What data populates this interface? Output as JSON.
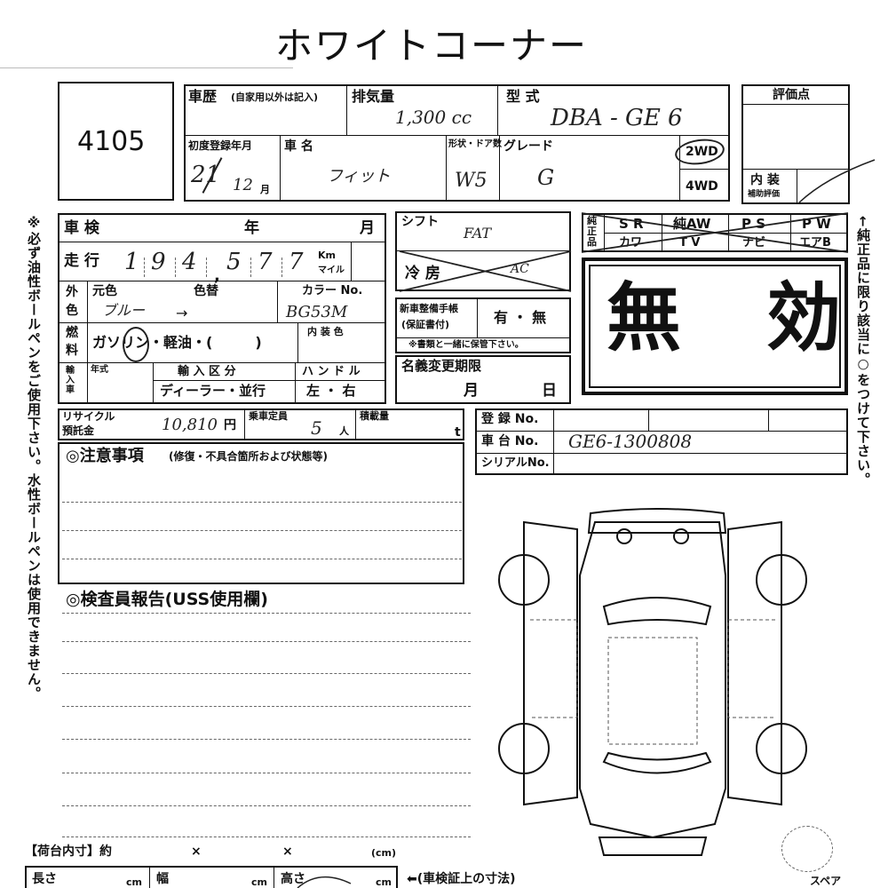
{
  "title": "ホワイトコーナー",
  "lot_number": "4105",
  "side_left_note": "※必ず油性ボールペンをご使用下さい。水性ボールペンは使用できません。",
  "side_right_note": "←純正品に限り該当に○をつけて下さい。",
  "history": {
    "label": "車歴",
    "sub": "(自家用以外は記入)"
  },
  "displacement": {
    "label": "排気量",
    "value": "1,300 cc"
  },
  "model_type": {
    "label": "型 式",
    "value": "DBA - GE 6"
  },
  "first_reg": {
    "label": "初度登録年月",
    "year": "21",
    "month": "12",
    "month_unit": "月"
  },
  "car_name": {
    "label": "車 名",
    "value": "フィット"
  },
  "body": {
    "label": "形状・ドア数",
    "value": "W5"
  },
  "grade": {
    "label": "グレード",
    "value": "G"
  },
  "drive": {
    "option_2wd": "2WD",
    "option_4wd": "4WD"
  },
  "evaluation": {
    "label": "評価点",
    "interior": "内 装",
    "interior_sub": "補助評価"
  },
  "inspection": {
    "label": "車 検",
    "year": "年",
    "month": "月"
  },
  "mileage": {
    "label": "走 行",
    "digits": [
      "1",
      "9",
      "4",
      "5",
      "7",
      "7"
    ],
    "unit_km": "Km",
    "unit_mile": "マイル"
  },
  "color": {
    "label_1": "外",
    "label_2": "色",
    "original": "元色",
    "changed": "色替",
    "original_value": "ブルー",
    "arrow": "→",
    "color_no_label": "カラー No.",
    "color_no": "BG53M"
  },
  "fuel": {
    "label_1": "燃",
    "label_2": "料",
    "options": "ガソリン・軽油・(　　　)",
    "interior_color": "内 装 色"
  },
  "import": {
    "label": "輸入車",
    "year_label": "年式",
    "category": "輸 入 区 分",
    "category_values": "ディーラー・並行",
    "handle": "ハ ン ド ル",
    "handle_values": "左 ・ 右"
  },
  "shift": {
    "label": "シフト",
    "value": "FAT"
  },
  "ac": {
    "label": "冷 房",
    "value": "AC"
  },
  "options": {
    "label": "純正品",
    "row1": [
      "S R",
      "純AW",
      "P S",
      "P W"
    ],
    "row2": [
      "カワ",
      "T V",
      "ナビ",
      "エアB"
    ]
  },
  "invalid_stamp": "無　効",
  "warranty": {
    "label": "新車整備手帳",
    "sub": "(保証書付)",
    "value": "有 ・ 無",
    "note": "※書類と一緒に保管下さい。"
  },
  "name_change": {
    "label": "名義変更期限",
    "month": "月",
    "day": "日"
  },
  "recycle": {
    "label": "リサイクル",
    "label2": "預託金",
    "value": "10,810",
    "unit": "円"
  },
  "capacity": {
    "label": "乗車定員",
    "value": "5",
    "unit": "人"
  },
  "load": {
    "label": "積載量",
    "unit": "t"
  },
  "registration": {
    "label": "登 録 No."
  },
  "chassis": {
    "label": "車 台 No.",
    "value": "GE6-1300808"
  },
  "serial": {
    "label": "シリアルNo."
  },
  "caution": {
    "title": "◎注意事項",
    "sub": "(修復・不具合箇所および状態等)"
  },
  "inspector": {
    "title": "◎検査員報告(USS使用欄)"
  },
  "cargo": {
    "label": "【荷台内寸】約",
    "x1": "×",
    "x2": "×",
    "unit": "(cm)"
  },
  "dims": {
    "length": "長さ",
    "width": "幅",
    "height": "高さ",
    "cm": "cm",
    "note": "⬅(車検証上の寸法)"
  },
  "spare": "スペア"
}
